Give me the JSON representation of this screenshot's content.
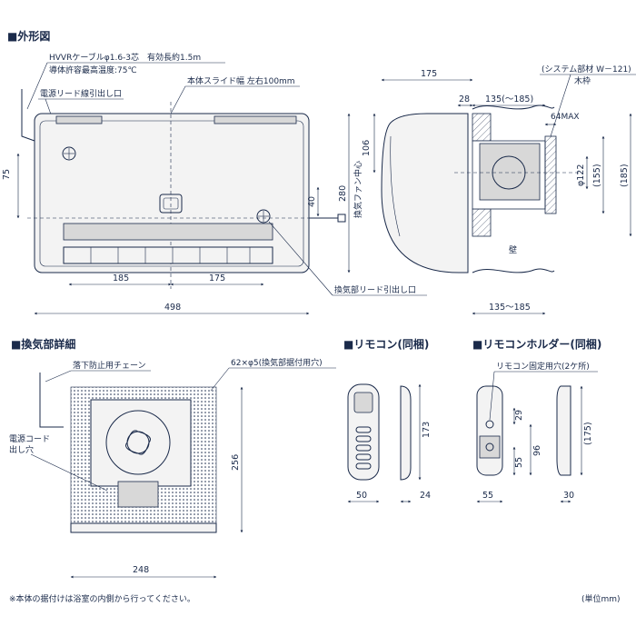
{
  "headers": {
    "exterior": "■外形図",
    "ventilation_detail": "■換気部詳細",
    "remote": "■リモコン(同梱)",
    "remote_holder": "■リモコンホルダー(同梱)"
  },
  "labels": {
    "hvvr_cable": "HVVRケーブルφ1.6-3芯　有効長約1.5m",
    "conductor_temp": "導体許容最高温度:75℃",
    "power_lead": "電源リード線引出し口",
    "body_slide": "本体スライド幅 左右100mm",
    "wood_frame": "木枠",
    "system_part": "(システム部材 W－121)",
    "fan_center": "換気ファン中心",
    "wall": "壁",
    "vent_lead": "換気部リード引出し口",
    "fall_chain": "落下防止用チェーン",
    "mount_holes": "62×φ5(換気部据付用穴)",
    "power_cord_1": "電源コード",
    "power_cord_2": "出し穴",
    "remote_fix_holes": "リモコン固定用穴(2ケ所)",
    "footnote": "※本体の据付けは浴室の内側から行ってください。",
    "unit": "(単位mm)"
  },
  "dims": {
    "d498": "498",
    "d185a": "185",
    "d175a": "175",
    "d75": "75",
    "d40": "40",
    "d280": "280",
    "d175b": "175",
    "d28": "28",
    "d135_185a": "135(～185)",
    "d64max": "64MAX",
    "d106": "106",
    "d122": "φ122",
    "d155": "(155)",
    "d185b": "(185)",
    "d135_185b": "135～185",
    "d256": "256",
    "d248": "248",
    "d173": "173",
    "d50": "50",
    "d24": "24",
    "d29": "29",
    "d55a": "55",
    "d96": "96",
    "d175c": "(175)",
    "d55b": "55",
    "d30": "30"
  }
}
